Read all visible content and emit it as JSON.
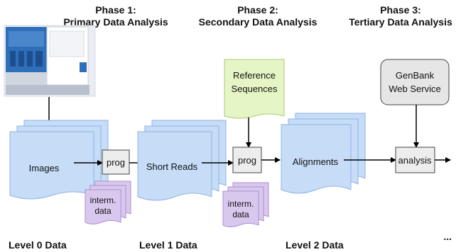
{
  "phases": [
    {
      "title": "Phase 1:",
      "subtitle": "Primary Data Analysis"
    },
    {
      "title": "Phase 2:",
      "subtitle": "Secondary Data Analysis"
    },
    {
      "title": "Phase 3:",
      "subtitle": "Tertiary Data Analysis"
    }
  ],
  "levels": [
    "Level 0 Data",
    "Level 1 Data",
    "Level 2 Data"
  ],
  "documents": {
    "images": "Images",
    "short_reads": "Short Reads",
    "alignments": "Alignments"
  },
  "processes": {
    "prog1": "prog",
    "prog2": "prog",
    "analysis": "analysis"
  },
  "intermediate": {
    "line1": "interm.",
    "line2": "data"
  },
  "reference": {
    "line1": "Reference",
    "line2": "Sequences"
  },
  "genbank": {
    "line1": "GenBank",
    "line2": "Web Service"
  },
  "ellipsis": "...",
  "colors": {
    "document_fill": "#c6dcf7",
    "document_stroke": "#8fb3e3",
    "intermediate_fill": "#d9c8ee",
    "intermediate_stroke": "#a98fcf",
    "reference_fill": "#e6f5c5",
    "reference_stroke": "#a9c97a",
    "genbank_fill": "#e6e6e6",
    "process_fill": "#ededed"
  }
}
